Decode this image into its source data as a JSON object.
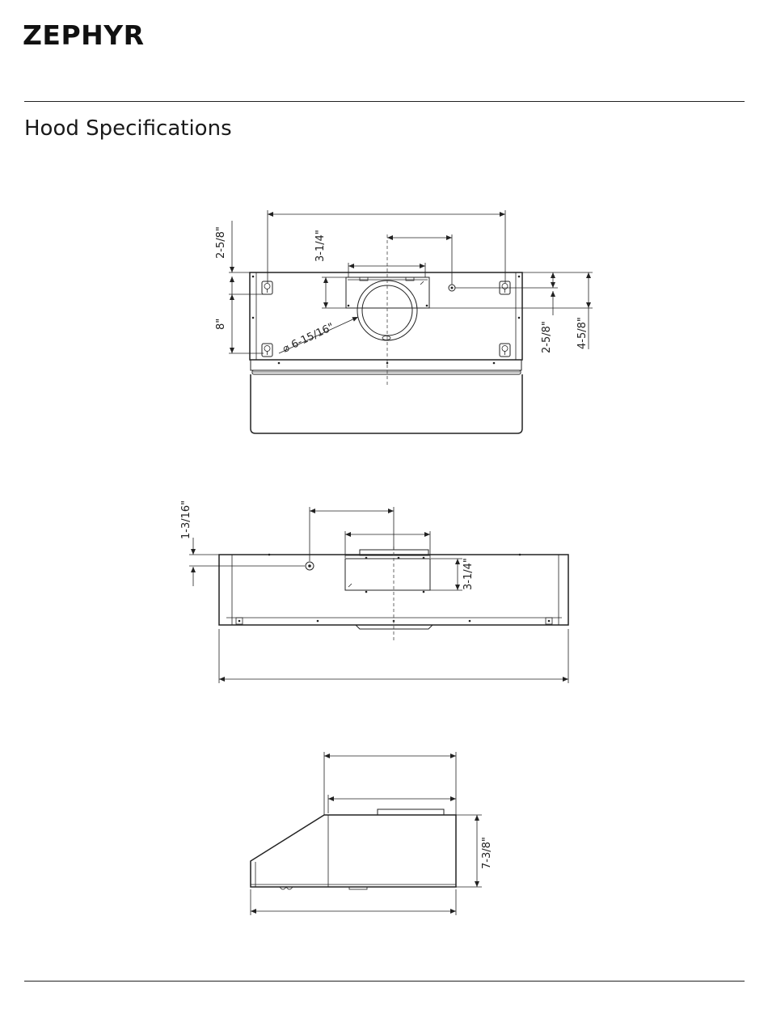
{
  "brand": {
    "logo_text": "ZEPHYR"
  },
  "page": {
    "title": "Hood Specifications"
  },
  "views": {
    "top": {
      "dim_left_upper": "2-5/8\"",
      "dim_left_lower": "8\"",
      "dim_center_vertical": "3-1/4\"",
      "dim_duct_diameter": "⌀ 6-15/16\"",
      "dim_right_inner": "2-5/8\"",
      "dim_right_outer": "4-5/8\""
    },
    "front": {
      "dim_left": "1-3/16\"",
      "dim_right": "3-1/4\""
    },
    "side": {
      "dim_height": "7-3/8\""
    }
  }
}
